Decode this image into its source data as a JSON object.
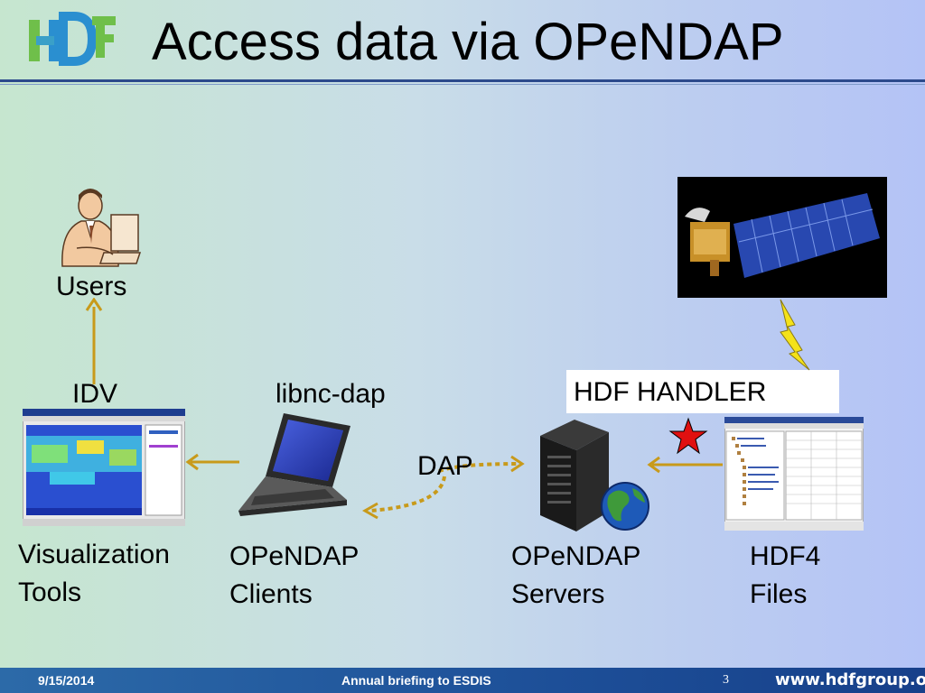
{
  "logo": {
    "text": "HDF"
  },
  "title": "Access data via OPeNDAP",
  "labels": {
    "users": "Users",
    "idv": "IDV",
    "libnc_dap": "libnc-dap",
    "hdf_handler": "HDF HANDLER",
    "dap": "DAP",
    "vis_line1": "Visualization",
    "vis_line2": "Tools",
    "clients_line1": "OPeNDAP",
    "clients_line2": "Clients",
    "servers_line1": "OPeNDAP",
    "servers_line2": "Servers",
    "files_line1": "HDF4",
    "files_line2": "Files"
  },
  "footer": {
    "date": "9/15/2014",
    "center": "Annual briefing to ESDIS",
    "page": "3",
    "url": "www.hdfgroup.org"
  },
  "colors": {
    "arrow": "#c89a1a",
    "title_rule": "#2c4a8c",
    "footer_bg": "#1d4f98",
    "star": "#e01010",
    "lightning": "#f4e21a"
  },
  "icons": [
    "user-at-computer-icon",
    "satellite-image",
    "lightning-bolt-icon",
    "laptop-icon",
    "server-icon",
    "globe-icon",
    "star-icon"
  ]
}
